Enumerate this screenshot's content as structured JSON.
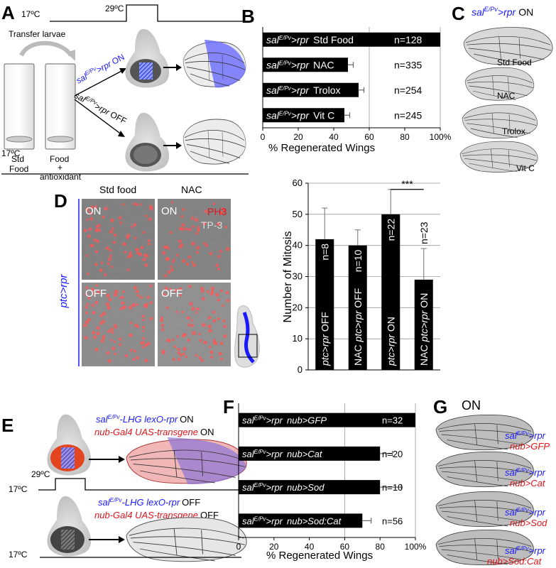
{
  "panels": {
    "A": {
      "letter": "A",
      "temp_low": "17ºC",
      "temp_high": "29ºC",
      "transfer_label": "Transfer larvae",
      "std_food_line1": "Std",
      "std_food_line2": "Food",
      "food_line1": "Food",
      "food_line2": "+",
      "food_line3": "antioxidant",
      "genotype_prefix": "sal",
      "genotype_sup": "E/Pv",
      "genotype_suffix": ">rpr",
      "on_state": "ON",
      "off_state": "OFF",
      "temp_bottom": "17ºC"
    },
    "B": {
      "letter": "B",
      "genotype_prefix": "sal",
      "genotype_sup": "E/Pv",
      "genotype_suffix": ">rpr",
      "xlabel": "% Regenerated Wings",
      "x_ticks": [
        "0",
        "20",
        "40",
        "60",
        "80",
        "100%"
      ]
    },
    "C": {
      "letter": "C",
      "title_prefix": "sal",
      "title_sup": "E/Pv",
      "title_suffix": ">rpr",
      "title_state": "ON",
      "labels": [
        "Std Food",
        "NAC",
        "Trolox",
        "Vit C"
      ]
    },
    "D": {
      "letter": "D",
      "col_std": "Std food",
      "col_nac": "NAC",
      "row_label": "ptc>rpr",
      "on_label": "ON",
      "off_label": "OFF",
      "stain_ph3": "PH3",
      "stain_tp3": "TP-3",
      "ylabel": "Number of Mitosis",
      "y_ticks": [
        "0",
        "10",
        "20",
        "30",
        "40",
        "50",
        "60"
      ],
      "significance": "***"
    },
    "E": {
      "letter": "E",
      "on_line1_sal": "sal",
      "on_line1_sup": "E/Pv",
      "on_line1_rest": "-LHG lexO-rpr",
      "on_line1_state": "ON",
      "on_line2": "nub-Gal4 UAS-transgene",
      "on_line2_state": "ON",
      "temp_high": "29ºC",
      "temp_low": "17ºC",
      "off_line1_sal": "sal",
      "off_line1_sup": "E/Pv",
      "off_line1_rest": "-LHG lexO-rpr",
      "off_line1_state": "OFF",
      "off_line2": "nub-Gal4 UAS-transgene",
      "off_line2_state": "OFF",
      "temp_bottom": "17ºC"
    },
    "F": {
      "letter": "F",
      "genotype_prefix": "sal",
      "genotype_sup": "E/Pv",
      "genotype_mid": ">rpr",
      "xlabel": "% Regenerated  Wings",
      "x_ticks": [
        "0",
        "20",
        "40",
        "60",
        "80",
        "100%"
      ]
    },
    "G": {
      "letter": "G",
      "title": "ON",
      "sal_prefix": "sal",
      "sal_sup": "E/Pv",
      "sal_suffix": ">rpr",
      "nub_labels": [
        "nub>GFP",
        "nub>Cat",
        "nub>Sod",
        "nub>Sod:Cat"
      ]
    }
  },
  "colors": {
    "blue": "#1a1aff",
    "red": "#e0141a",
    "bar": "#000000",
    "grid": "#999999"
  },
  "chart_data": [
    {
      "panel": "B",
      "type": "bar",
      "orientation": "horizontal",
      "categories": [
        "Std Food",
        "NAC",
        "Trolox",
        "Vit C"
      ],
      "values": [
        100,
        48,
        54,
        46
      ],
      "errors": [
        0,
        3,
        3,
        3
      ],
      "n_labels": [
        "n=128",
        "n=335",
        "n=254",
        "n=245"
      ],
      "xlabel": "% Regenerated Wings",
      "xlim": [
        0,
        100
      ]
    },
    {
      "panel": "D",
      "type": "bar",
      "orientation": "vertical",
      "categories": [
        "ptc>rpr OFF",
        "NAC ptc>rpr OFF",
        "ptc>rpr ON",
        "NAC ptc>rpr ON"
      ],
      "values": [
        42,
        40,
        50,
        29
      ],
      "errors": [
        10,
        5,
        8,
        10
      ],
      "n_labels": [
        "n=8",
        "n=10",
        "n=22",
        "n=23"
      ],
      "ylabel": "Number of Mitosis",
      "ylim": [
        0,
        60
      ],
      "significance": {
        "between": [
          2,
          3
        ],
        "label": "***"
      }
    },
    {
      "panel": "F",
      "type": "bar",
      "orientation": "horizontal",
      "categories": [
        "nub>GFP",
        "nub>Cat",
        "nub>Sod",
        "nub>Sod:Cat"
      ],
      "values": [
        100,
        80,
        80,
        70
      ],
      "errors": [
        0,
        7,
        12,
        5
      ],
      "n_labels": [
        "n=32",
        "n=20",
        "n=10",
        "n=56"
      ],
      "xlabel": "% Regenerated  Wings",
      "xlim": [
        0,
        100
      ]
    }
  ]
}
